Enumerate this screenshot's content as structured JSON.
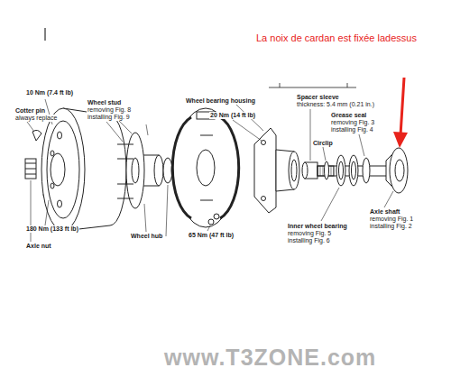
{
  "diagram": {
    "labels": [
      "La noix de cardan est fixée ladessus",
      "10 Nm (7.4 ft lb)",
      "Cotter pin",
      "always replace",
      "Wheel stud",
      "removing Fig. 8",
      "installing Fig. 9",
      "Wheel bearing housing",
      "20 Nm (14 ft lb)",
      "Spacer sleeve",
      "thickness: 5.4 mm (0.21 in.)",
      "Grease seal",
      "removing Fig. 3",
      "installing Fig. 4",
      "Circlip",
      "Axle shaft",
      "removing Fig. 1",
      "installing Fig. 2",
      "Inner wheel bearing",
      "removing Fig. 5",
      "installing Fig. 6",
      "180 Nm (133 ft lb)",
      "Axle nut",
      "Wheel hub",
      "65 Nm (47 ft lb)",
      "www.T3ZONE.com"
    ]
  }
}
